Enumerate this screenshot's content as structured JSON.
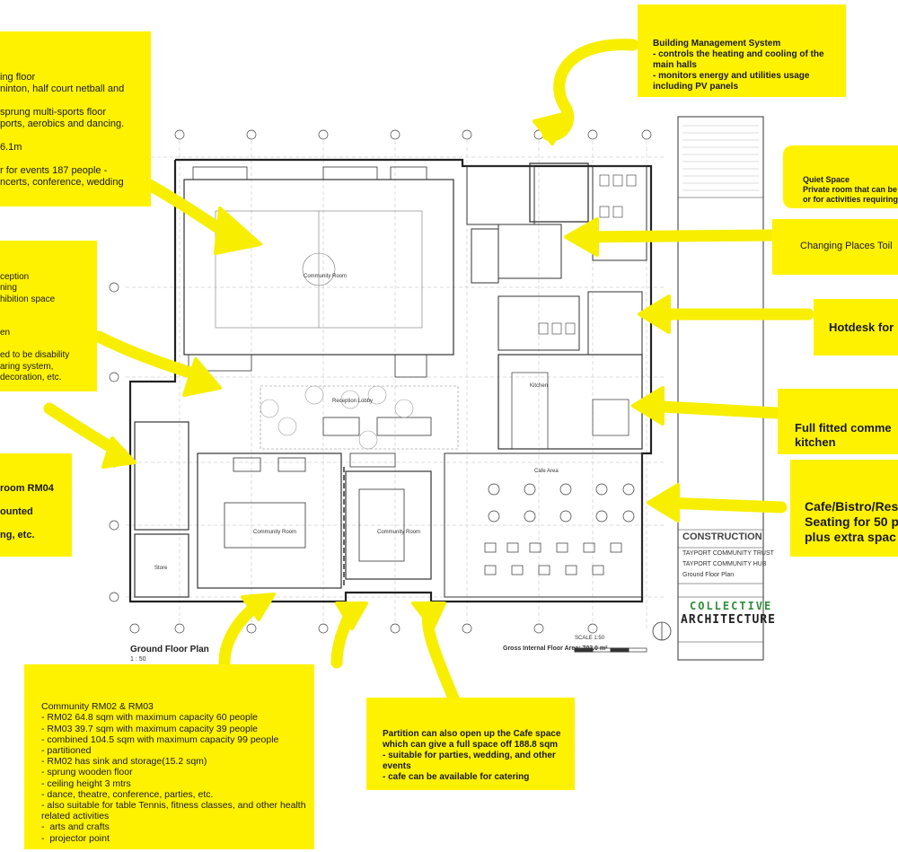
{
  "colors": {
    "highlight": "#fff200",
    "arrow": "#f7ee00",
    "line": "#333333",
    "logo_green": "#2f8f3a"
  },
  "plan": {
    "title": "Ground Floor Plan",
    "scale": "1 : 50",
    "gross_area": "Gross Internal Floor Area: 703.0 m²",
    "scale_bar": "SCALE 1:50",
    "rooms": {
      "community_room": "Community Room",
      "reception_lobby": "Reception Lobby",
      "cafe_area": "Cafe Area",
      "kitchen": "Kitchen",
      "community_room_2": "Community Room",
      "community_room_3": "Community Room",
      "store": "Store"
    }
  },
  "title_block": {
    "status": "CONSTRUCTION",
    "client": "TAYPORT COMMUNITY TRUST",
    "project": "TAYPORT COMMUNITY HUB",
    "drawing": "Ground Floor Plan",
    "logo_line1": "COLLECTIVE",
    "logo_line2": "ARCHITECTURE"
  },
  "notes": {
    "main_hall": [
      "ing floor",
      "ninton, half court netball and",
      "",
      "sprung multi-sports floor",
      "ports, aerobics and dancing.",
      "",
      "6.1m",
      "",
      "r for events 187 people -",
      "ncerts, conference, wedding"
    ],
    "reception": [
      "ception",
      "ning",
      "hibition space",
      "",
      "",
      "en",
      "",
      "ed to be disability",
      "aring system,",
      "decoration, etc."
    ],
    "rm04": [
      "room RM04",
      "",
      "ounted",
      "",
      "ng, etc."
    ],
    "bms": [
      "Building Management System",
      "- controls the heating and cooling of the",
      "main halls",
      "- monitors energy and utilities usage",
      "including PV panels"
    ],
    "quiet": [
      "Quiet Space",
      "Private room that can be u",
      "or for activities requiring"
    ],
    "changing": "Changing Places Toil",
    "hotdesk": "Hotdesk for",
    "kitchen": [
      "Full fitted comme",
      "kitchen"
    ],
    "cafe": [
      "Cafe/Bistro/Res",
      "Seating for 50 p",
      "plus extra spac"
    ],
    "community": [
      "Community RM02 & RM03",
      "- RM02 64.8 sqm with maximum capacity 60 people",
      "- RM03 39.7 sqm with maximum capacity 39 people",
      "- combined 104.5 sqm with maximum capacity 99 people",
      "- partitioned",
      "- RM02 has sink and storage(15.2 sqm)",
      "- sprung wooden floor",
      "- ceiling height 3 mtrs",
      "- dance, theatre, conference, parties, etc.",
      "- also suitable for table Tennis, fitness classes, and other health",
      "related activities",
      "-  arts and crafts",
      "-  projector point"
    ],
    "partition": [
      "Partition can also open up the Cafe space",
      "which can give a full space off 188.8 sqm",
      "- suitable for parties, wedding, and other",
      "events",
      "- cafe can be available for catering"
    ]
  }
}
